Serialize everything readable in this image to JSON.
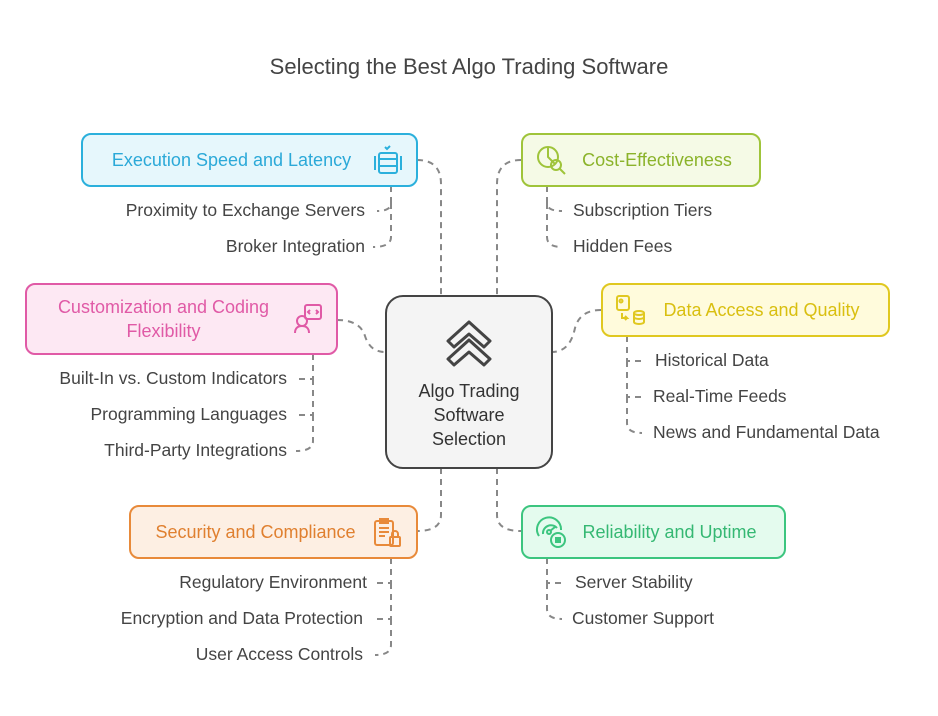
{
  "title": "Selecting the Best Algo Trading Software",
  "center": {
    "label": "Algo Trading Software Selection",
    "icon": "chevrons-up-icon"
  },
  "branches": {
    "execution": {
      "label": "Execution Speed and Latency",
      "icon": "server-icon",
      "color": "#2bb0dc",
      "items": [
        "Proximity to Exchange Servers",
        "Broker Integration"
      ]
    },
    "cost": {
      "label": "Cost-Effectiveness",
      "icon": "chart-search-icon",
      "color": "#9fc43a",
      "items": [
        "Subscription Tiers",
        "Hidden Fees"
      ]
    },
    "custom": {
      "label": "Customization and Coding Flexibility",
      "icon": "developer-icon",
      "color": "#e05aa6",
      "items": [
        "Built-In vs. Custom Indicators",
        "Programming Languages",
        "Third-Party Integrations"
      ]
    },
    "data": {
      "label": "Data Access and Quality",
      "icon": "data-transfer-icon",
      "color": "#e0c820",
      "items": [
        "Historical Data",
        "Real-Time Feeds",
        "News and Fundamental Data"
      ]
    },
    "security": {
      "label": "Security and Compliance",
      "icon": "clipboard-lock-icon",
      "color": "#e88a3a",
      "items": [
        "Regulatory Environment",
        "Encryption and Data Protection",
        "User Access Controls"
      ]
    },
    "reliability": {
      "label": "Reliability and Uptime",
      "icon": "gauge-icon",
      "color": "#3cc57f",
      "items": [
        "Server Stability",
        "Customer Support"
      ]
    }
  }
}
